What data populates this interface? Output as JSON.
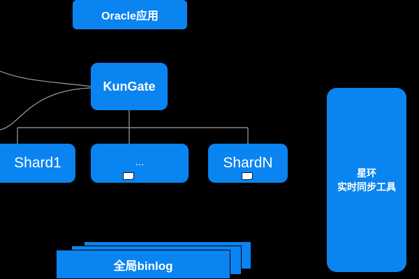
{
  "colors": {
    "background": "#000000",
    "box": "#0a84f0",
    "wire": "#9aa3ad",
    "text": "#ffffff"
  },
  "nodes": {
    "oracle_app": "Oracle应用",
    "kungate": "KunGate",
    "shard1": "Shard1",
    "shard_middle": "...",
    "shardN": "ShardN",
    "sync_tool_line1": "星环",
    "sync_tool_line2": "实时同步工具",
    "binlog": "全局binlog"
  },
  "icons": {
    "shard_doc": "document-icon"
  }
}
